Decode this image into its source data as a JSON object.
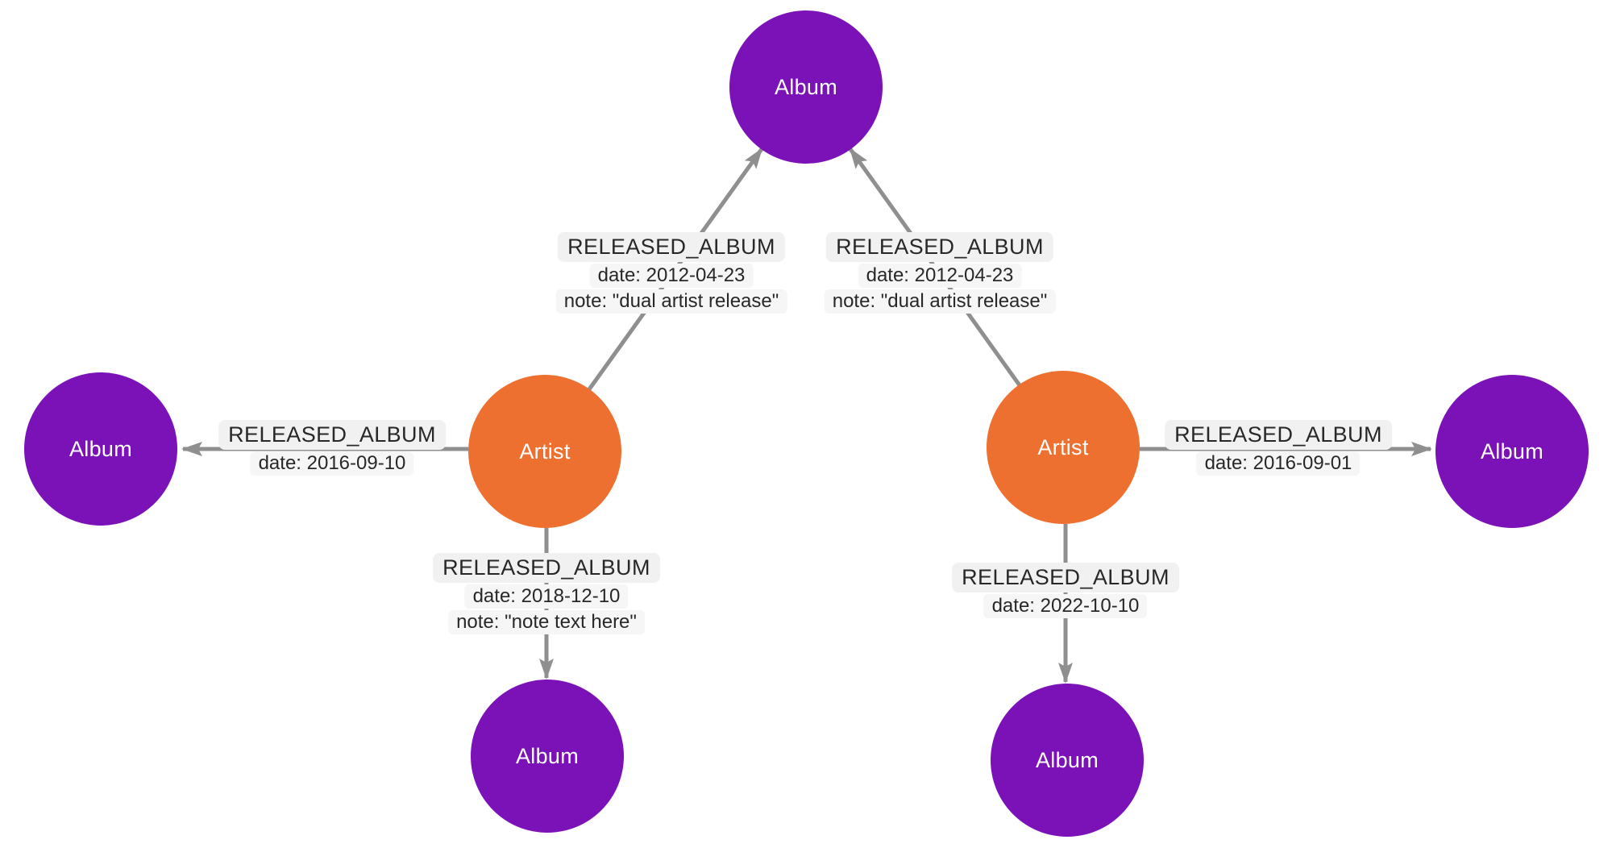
{
  "colors": {
    "album_node": "#7B12B8",
    "artist_node": "#ED7030",
    "edge_line": "#8F8F8F",
    "label_pill_bg": "#F1F1F1",
    "prop_pill_bg": "#F6F6F6",
    "label_text": "#282828",
    "node_text": "#FFFFFF",
    "background": "#FFFFFF"
  },
  "nodes": {
    "top_album": {
      "label": "Album"
    },
    "far_left_album": {
      "label": "Album"
    },
    "left_artist": {
      "label": "Artist"
    },
    "right_artist": {
      "label": "Artist"
    },
    "far_right_album": {
      "label": "Album"
    },
    "bottom_left_album": {
      "label": "Album"
    },
    "bottom_right_album": {
      "label": "Album"
    }
  },
  "edges": {
    "left_artist_to_top_album": {
      "type": "RELEASED_ALBUM",
      "date": "date: 2012-04-23",
      "note": "note: \"dual artist release\""
    },
    "right_artist_to_top_album": {
      "type": "RELEASED_ALBUM",
      "date": "date: 2012-04-23",
      "note": "note: \"dual artist release\""
    },
    "left_artist_to_far_left_album": {
      "type": "RELEASED_ALBUM",
      "date": "date: 2016-09-10"
    },
    "left_artist_to_bottom_left_album": {
      "type": "RELEASED_ALBUM",
      "date": "date: 2018-12-10",
      "note": "note: \"note text here\""
    },
    "right_artist_to_far_right_album": {
      "type": "RELEASED_ALBUM",
      "date": "date: 2016-09-01"
    },
    "right_artist_to_bottom_right_album": {
      "type": "RELEASED_ALBUM",
      "date": "date: 2022-10-10"
    }
  }
}
